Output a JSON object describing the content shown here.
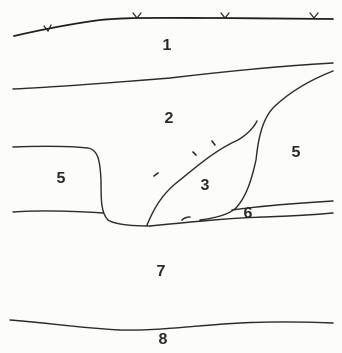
{
  "unit_labels": {
    "unit_1": "1",
    "unit_2": "2",
    "unit_3": "3",
    "unit_5_left": "5",
    "unit_5_right": "5",
    "unit_6": "6",
    "unit_7": "7",
    "unit_8": "8"
  },
  "line_color": "#2b2b2b"
}
